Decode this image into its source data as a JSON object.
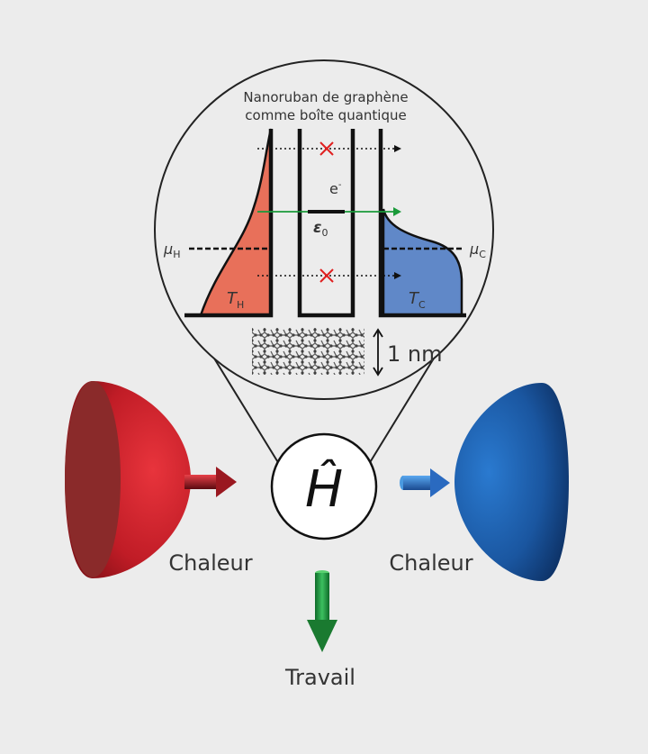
{
  "title_line1": "Nanoruban de graphène",
  "title_line2": "comme boîte quantique",
  "electron_label": "e",
  "electron_sup": "-",
  "energy_label": "ε",
  "energy_sub": "0",
  "mu_h": "μ",
  "mu_h_sub": "H",
  "mu_c": "μ",
  "mu_c_sub": "C",
  "t_h": "T",
  "t_h_sub": "H",
  "t_c": "T",
  "t_c_sub": "C",
  "scale_label": "1 nm",
  "hamiltonian": "Ĥ",
  "heat_left": "Chaleur",
  "heat_right": "Chaleur",
  "work": "Travail",
  "colors": {
    "hot": "#e8705a",
    "cold": "#6088c8",
    "transmit": "#1a9a3a",
    "blocked": "#e02020",
    "hot_sphere": "#c8202a",
    "cold_sphere": "#1c5aa8",
    "work_arrow": "#1f9a3c"
  }
}
